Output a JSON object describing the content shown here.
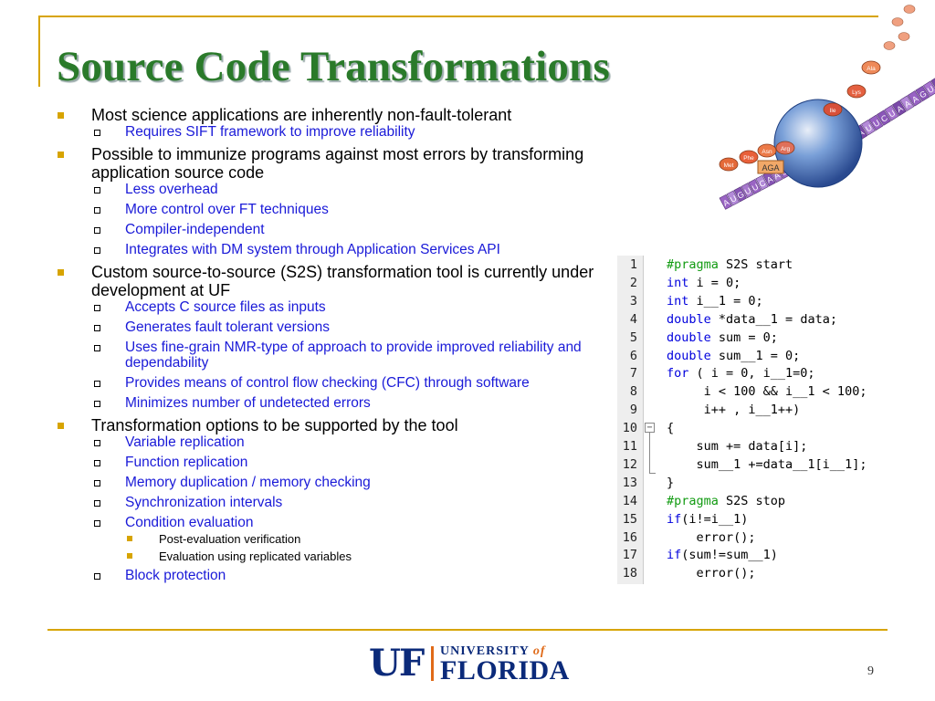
{
  "slide": {
    "title": "Source Code Transformations",
    "page_number": "9"
  },
  "bullets": [
    {
      "text": "Most science applications are inherently non-fault-tolerant",
      "subs": [
        {
          "text": "Requires SIFT framework to improve reliability"
        }
      ]
    },
    {
      "text": "Possible to immunize programs against most errors by transforming application source code",
      "subs": [
        {
          "text": "Less overhead"
        },
        {
          "text": "More control over FT techniques"
        },
        {
          "text": "Compiler-independent"
        },
        {
          "text": "Integrates with DM system through Application Services API"
        }
      ]
    },
    {
      "text": "Custom source-to-source (S2S) transformation tool is currently under development at UF",
      "subs": [
        {
          "text": "Accepts C source files as inputs"
        },
        {
          "text": "Generates fault tolerant versions"
        },
        {
          "text": "Uses fine-grain NMR-type of approach to provide improved reliability and dependability"
        },
        {
          "text": "Provides means of control flow checking (CFC) through software"
        },
        {
          "text": "Minimizes number of undetected errors"
        }
      ]
    },
    {
      "text": "Transformation options to be supported by the tool",
      "subs": [
        {
          "text": "Variable replication"
        },
        {
          "text": "Function replication"
        },
        {
          "text": "Memory duplication / memory checking"
        },
        {
          "text": "Synchronization intervals"
        },
        {
          "text": "Condition evaluation",
          "subs": [
            {
              "text": "Post-evaluation verification"
            },
            {
              "text": "Evaluation using replicated variables"
            }
          ]
        },
        {
          "text": "Block protection"
        }
      ]
    }
  ],
  "code_lines": [
    {
      "n": "1",
      "parts": [
        {
          "t": "#pragma",
          "c": "pp"
        },
        {
          "t": " S2S start",
          "c": ""
        }
      ]
    },
    {
      "n": "2",
      "parts": [
        {
          "t": "int",
          "c": "kw"
        },
        {
          "t": " i = 0;",
          "c": ""
        }
      ]
    },
    {
      "n": "3",
      "parts": [
        {
          "t": "int",
          "c": "kw"
        },
        {
          "t": " i__1 = 0;",
          "c": ""
        }
      ]
    },
    {
      "n": "4",
      "parts": [
        {
          "t": "double",
          "c": "kw"
        },
        {
          "t": " *data__1 = data;",
          "c": ""
        }
      ]
    },
    {
      "n": "5",
      "parts": [
        {
          "t": "double",
          "c": "kw"
        },
        {
          "t": " sum = 0;",
          "c": ""
        }
      ]
    },
    {
      "n": "6",
      "parts": [
        {
          "t": "double",
          "c": "kw"
        },
        {
          "t": " sum__1 = 0;",
          "c": ""
        }
      ]
    },
    {
      "n": "7",
      "parts": [
        {
          "t": "for",
          "c": "kw"
        },
        {
          "t": " ( i = 0, i__1=0;",
          "c": ""
        }
      ]
    },
    {
      "n": "8",
      "parts": [
        {
          "t": "     i < 100 && i__1 < 100;",
          "c": ""
        }
      ]
    },
    {
      "n": "9",
      "parts": [
        {
          "t": "     i++ , i__1++)",
          "c": ""
        }
      ]
    },
    {
      "n": "10",
      "parts": [
        {
          "t": "{",
          "c": ""
        }
      ]
    },
    {
      "n": "11",
      "parts": [
        {
          "t": "    sum += data[i];",
          "c": ""
        }
      ]
    },
    {
      "n": "12",
      "parts": [
        {
          "t": "    sum__1 +=data__1[i__1];",
          "c": ""
        }
      ]
    },
    {
      "n": "13",
      "parts": [
        {
          "t": "}",
          "c": ""
        }
      ]
    },
    {
      "n": "14",
      "parts": [
        {
          "t": "#pragma",
          "c": "pp"
        },
        {
          "t": " S2S stop",
          "c": ""
        }
      ]
    },
    {
      "n": "15",
      "parts": [
        {
          "t": "if",
          "c": "kw"
        },
        {
          "t": "(i!=i__1)",
          "c": ""
        }
      ]
    },
    {
      "n": "16",
      "parts": [
        {
          "t": "    error();",
          "c": ""
        }
      ]
    },
    {
      "n": "17",
      "parts": [
        {
          "t": "if",
          "c": "kw"
        },
        {
          "t": "(sum!=sum__1)",
          "c": ""
        }
      ]
    },
    {
      "n": "18",
      "parts": [
        {
          "t": "    error();",
          "c": ""
        }
      ]
    }
  ],
  "decoration": {
    "amino_acids": [
      "Met",
      "Phe",
      "Asn",
      "Arg",
      "Ile",
      "Lys",
      "Ala"
    ],
    "codon": "AGA",
    "strand_left": "AUGUUCAAUAG",
    "strand_right": "UAAUUCUAAAGUU"
  },
  "logo": {
    "uf": "UF",
    "university": "UNIVERSITY",
    "of": "of",
    "florida": "FLORIDA"
  },
  "colors": {
    "title": "#2a7a2a",
    "gold": "#d7a400",
    "sub_text": "#1a1ad8",
    "uf_blue": "#0b2a7a",
    "uf_orange": "#e06a18"
  }
}
